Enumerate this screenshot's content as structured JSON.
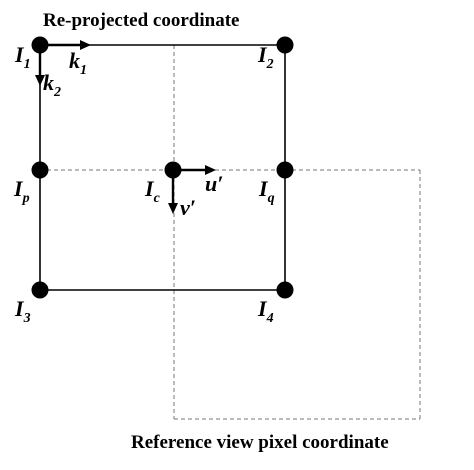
{
  "titles": {
    "reprojected": "Re-projected coordinate",
    "reference": "Reference view pixel coordinate"
  },
  "nodes": {
    "i1": {
      "main": "I",
      "sub": "1"
    },
    "i2": {
      "main": "I",
      "sub": "2"
    },
    "i3": {
      "main": "I",
      "sub": "3"
    },
    "i4": {
      "main": "I",
      "sub": "4"
    },
    "ip": {
      "main": "I",
      "sub": "p"
    },
    "iq": {
      "main": "I",
      "sub": "q"
    },
    "ic": {
      "main": "I",
      "sub": "c"
    }
  },
  "vectors": {
    "k1": {
      "main": "k",
      "sub": "1"
    },
    "k2": {
      "main": "k",
      "sub": "2"
    },
    "u": "u′",
    "v": "v′"
  },
  "colors": {
    "ink": "#000000",
    "dashed": "#777777",
    "background": "#ffffff"
  }
}
